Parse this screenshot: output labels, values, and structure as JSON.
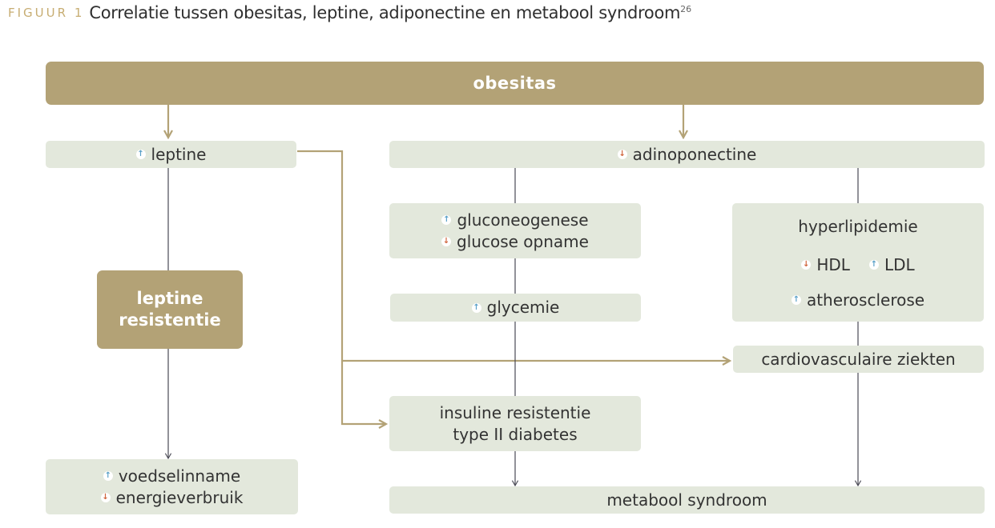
{
  "caption": {
    "label": "FIGUUR 1",
    "title": "Correlatie tussen obesitas, leptine, adiponectine en metabool syndroom",
    "ref": "26"
  },
  "colors": {
    "gold": "#b3a276",
    "box_bg": "#e3e8dc",
    "connector_dark": "#4a4a55",
    "arrow_up": "#5aa0c8",
    "arrow_down": "#d0643c"
  },
  "nodes": {
    "obesitas": "obesitas",
    "leptine": "leptine",
    "adinoponectine": "adinoponectine",
    "gluconeogenese": "gluconeogenese",
    "glucose_opname": "glucose opname",
    "hyperlipidemie": "hyperlipidemie",
    "hdl": "HDL",
    "ldl": "LDL",
    "atherosclerose": "atherosclerose",
    "leptine_resistentie_1": "leptine",
    "leptine_resistentie_2": "resistentie",
    "glycemie": "glycemie",
    "cardiovasculaire_ziekten": "cardiovasculaire ziekten",
    "insuline_resistentie": "insuline resistentie",
    "type_ii_diabetes": "type II diabetes",
    "voedselinname": "voedselinname",
    "energieverbruik": "energieverbruik",
    "metabool_syndroom": "metabool syndroom"
  },
  "indicators": {
    "up_icon": "arrow-up-icon",
    "down_icon": "arrow-down-icon",
    "up_glyph": "↑",
    "down_glyph": "↓"
  }
}
